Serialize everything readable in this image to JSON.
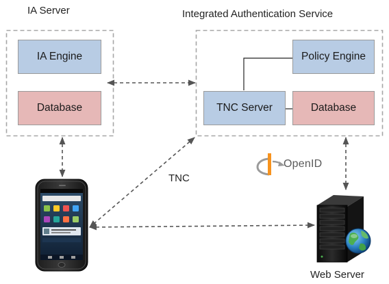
{
  "ia_server": {
    "title": "IA Server",
    "engine": "IA Engine",
    "database": "Database"
  },
  "ias": {
    "title": "Integrated Authentication Service",
    "policy_engine": "Policy Engine",
    "tnc_server": "TNC Server",
    "database": "Database"
  },
  "labels": {
    "tnc": "TNC",
    "openid": "OpenID",
    "web_server": "Web Server"
  },
  "colors": {
    "blue_box": "#b8cce4",
    "pink_box": "#e6b8b7",
    "dashed_border": "#a6a6a6",
    "arrow": "#555555",
    "openid_orange": "#f7931e"
  },
  "icons": {
    "phone": "smartphone-icon",
    "server": "server-tower-icon",
    "globe": "globe-icon",
    "openid_logo": "openid-logo-icon"
  }
}
